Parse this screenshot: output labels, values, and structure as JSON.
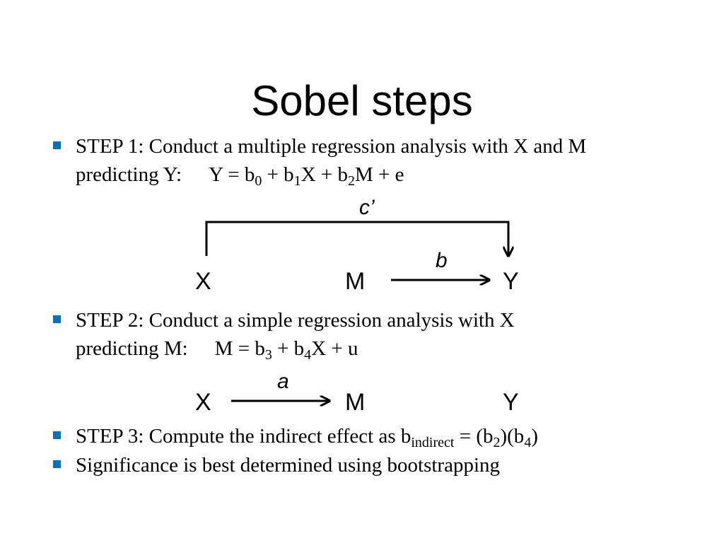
{
  "title": "Sobel steps",
  "colors": {
    "bullet": "#0070c0",
    "text": "#000000",
    "background": "#ffffff"
  },
  "step1": {
    "line1": "STEP 1: Conduct a multiple regression analysis with X and M",
    "line2_prefix": "predicting Y:",
    "equation": {
      "lhs": "Y = b",
      "sub0": "0",
      "plus1": " + b",
      "sub1": "1",
      "term1": "X + b",
      "sub2": "2",
      "term2": "M + e"
    }
  },
  "diagram1": {
    "x_label": "X",
    "m_label": "M",
    "y_label": "Y",
    "c_prime_label": "c’",
    "b_label": "b"
  },
  "step2": {
    "line1": "STEP 2: Conduct a simple regression analysis with X",
    "line2_prefix": "predicting M:",
    "equation": {
      "lhs": "M = b",
      "sub3": "3",
      "plus": " + b",
      "sub4": "4",
      "term": "X + u"
    }
  },
  "diagram2": {
    "x_label": "X",
    "m_label": "M",
    "y_label": "Y",
    "a_label": "a"
  },
  "step3": {
    "prefix": "STEP 3: Compute the indirect effect as  b",
    "sub_indirect": "indirect",
    "mid": " = (b",
    "sub_b2": "2",
    "mid2": ")(b",
    "sub_b4": "4",
    "end": ")"
  },
  "significance": "Significance is best determined using bootstrapping"
}
